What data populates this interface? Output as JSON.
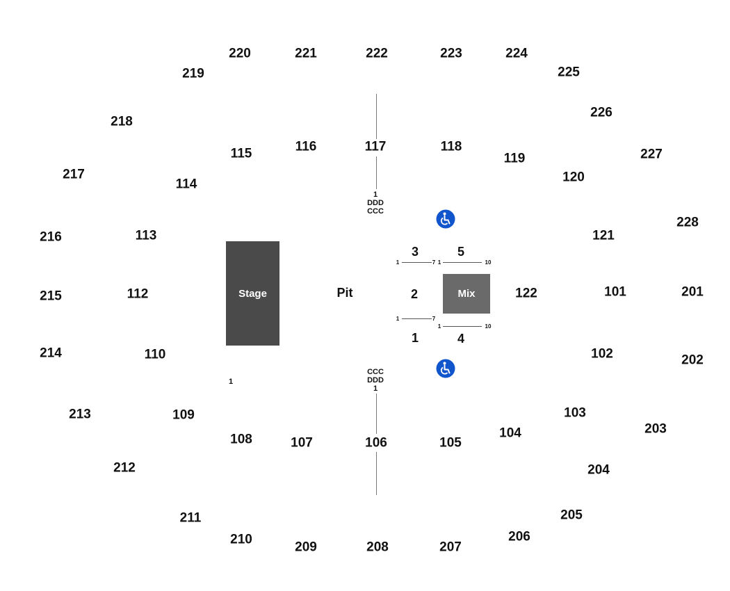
{
  "stage_label": "Stage",
  "pit_label": "Pit",
  "mix_label": "Mix",
  "upper_sections": [
    "220",
    "221",
    "222",
    "223",
    "224",
    "219",
    "225",
    "218",
    "226",
    "217",
    "227",
    "216",
    "228",
    "215",
    "201",
    "214",
    "202",
    "213",
    "203",
    "212",
    "204",
    "211",
    "205",
    "210",
    "209",
    "208",
    "207",
    "206"
  ],
  "lower_sections": [
    "115",
    "116",
    "117",
    "118",
    "119",
    "114",
    "120",
    "113",
    "121",
    "112",
    "122",
    "101",
    "110",
    "102",
    "109",
    "103",
    "108",
    "107",
    "106",
    "105",
    "104"
  ],
  "floor_sections": [
    "3",
    "5",
    "2",
    "1",
    "4"
  ],
  "row_labels": {
    "top": [
      "1",
      "DDD",
      "CCC"
    ],
    "bottom": [
      "CCC",
      "DDD",
      "1"
    ],
    "side_seat": "1"
  },
  "seat_numbers": {
    "sec3_top": [
      "1",
      "7"
    ],
    "sec5_top": [
      "1",
      "10"
    ],
    "sec1_top": [
      "1",
      "7"
    ],
    "sec4_top": [
      "1",
      "10"
    ]
  },
  "icons": [
    "wheelchair-icon",
    "wheelchair-icon"
  ],
  "colors": {
    "stage": "#4a4a4a",
    "mix": "#6a6a6a",
    "accessible": "#1155cc"
  }
}
